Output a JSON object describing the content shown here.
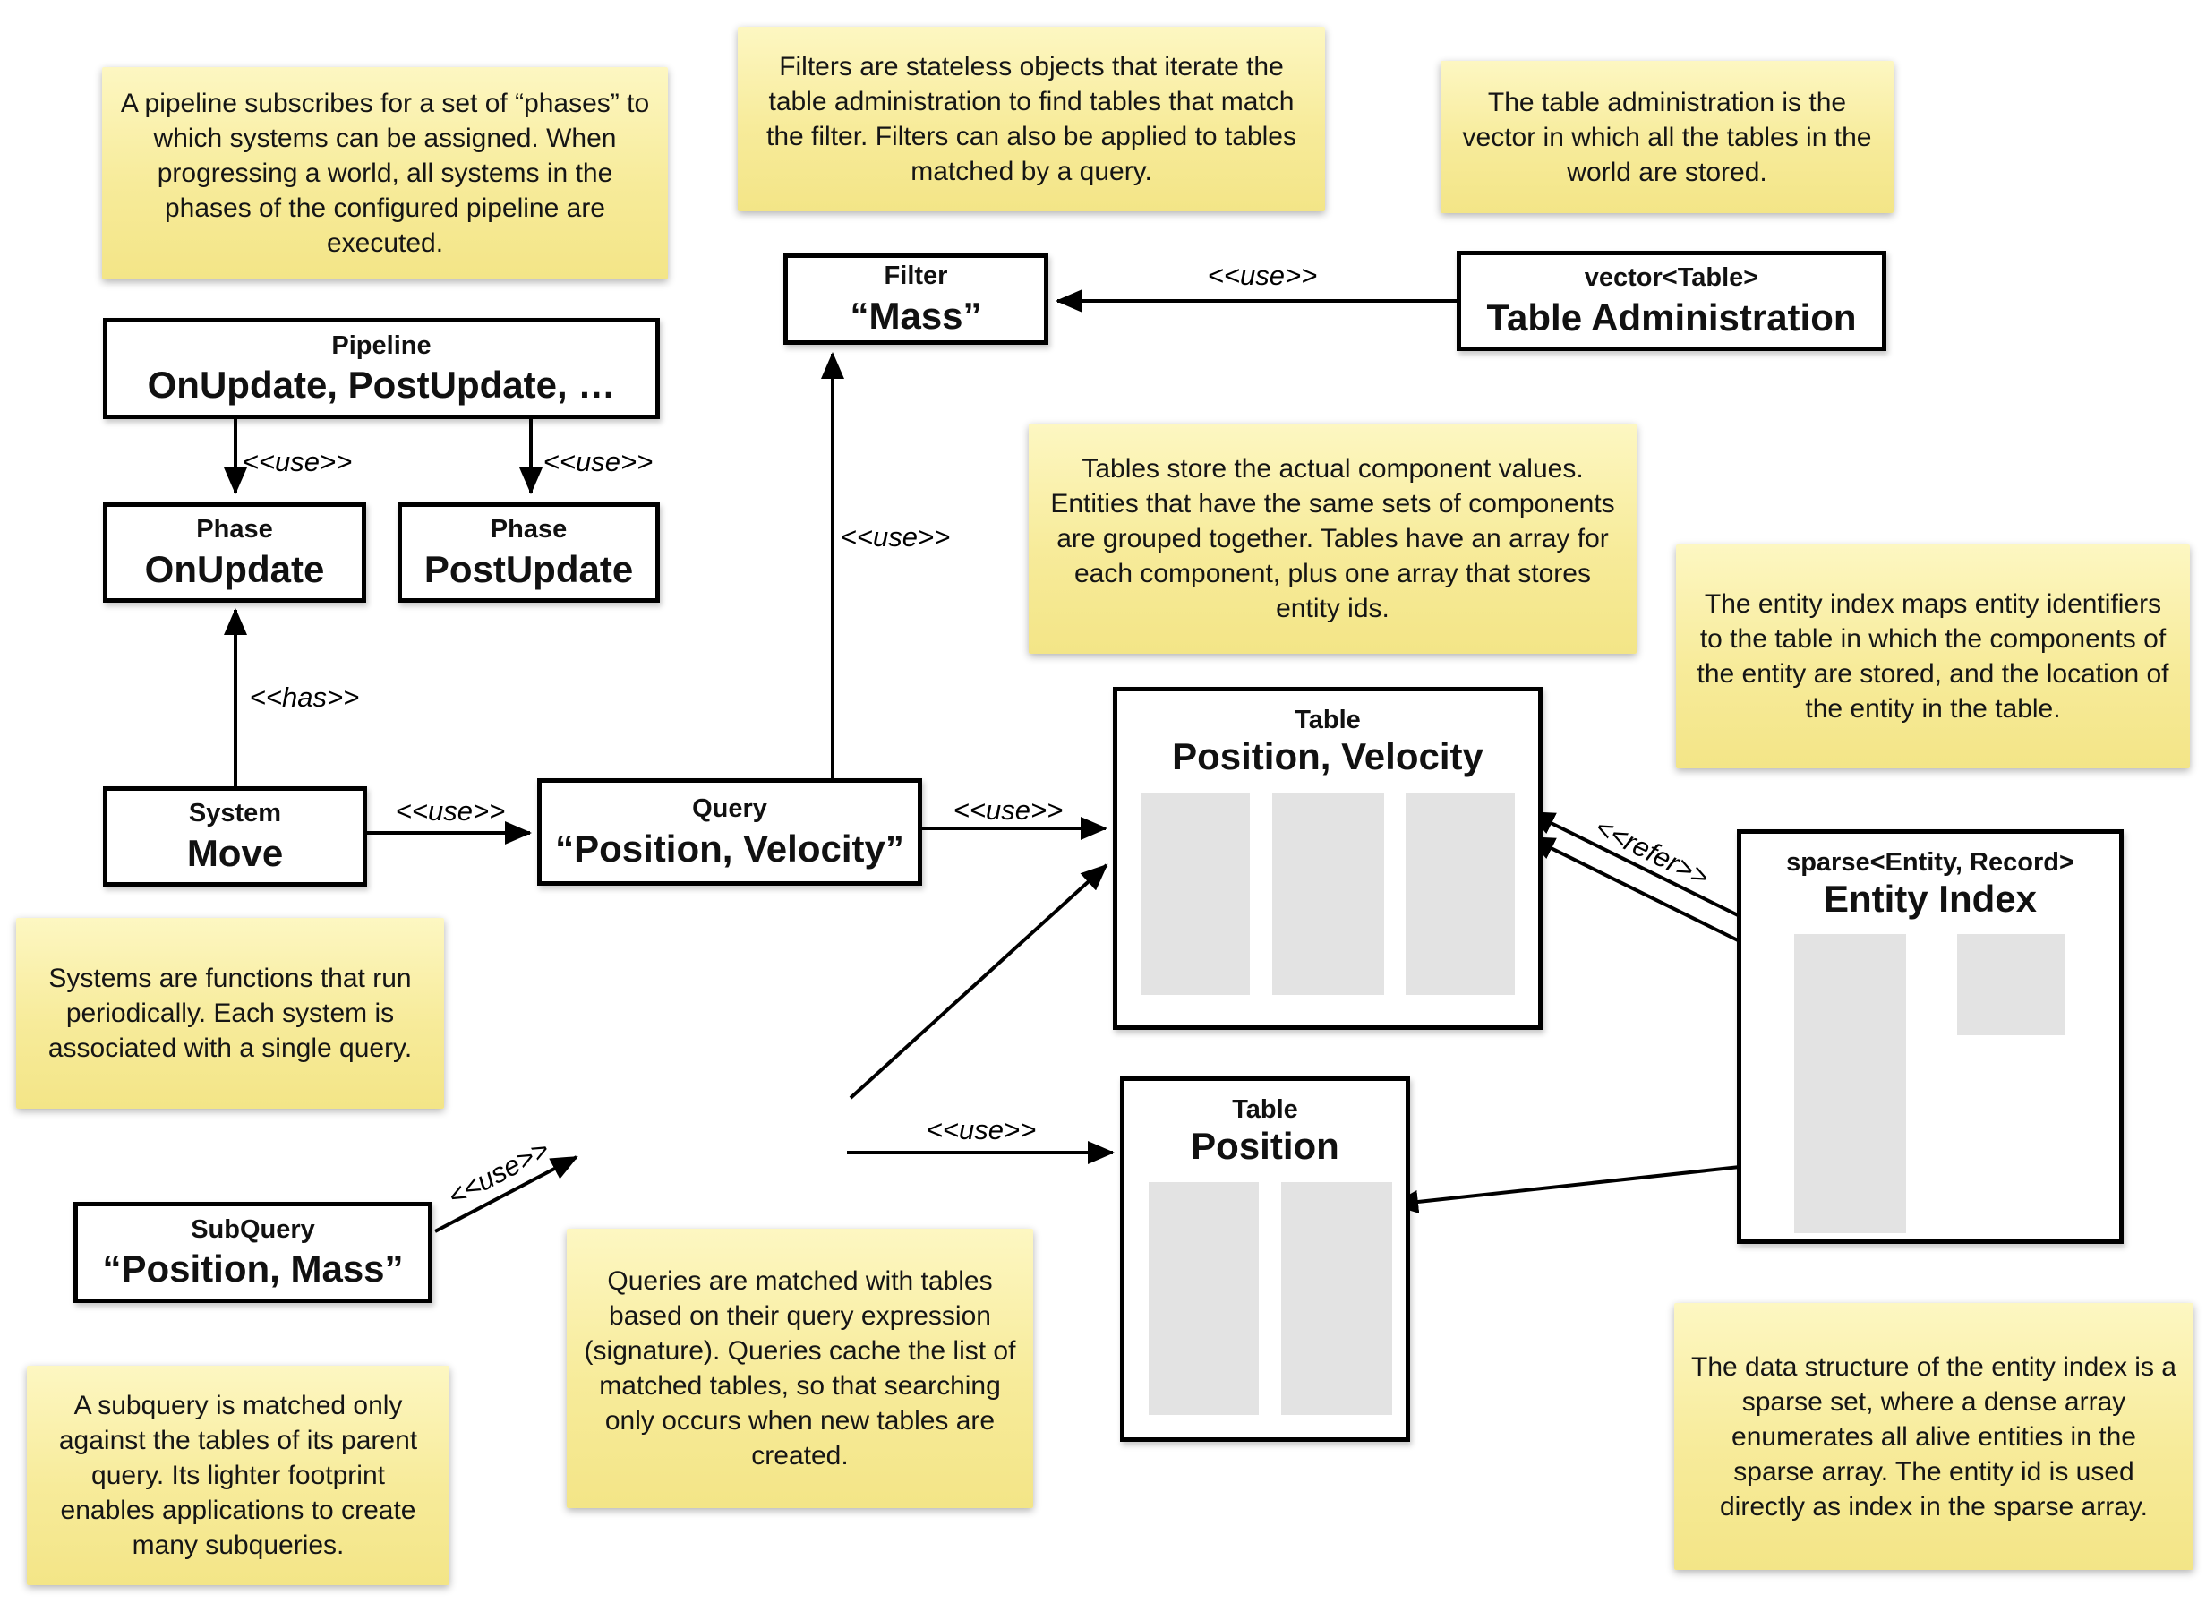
{
  "colors": {
    "note_top": "#fdf7c2",
    "note_bottom": "#f3e587",
    "box_border": "#000000",
    "array_gray": "#e3e3e3",
    "canvas": "#ffffff"
  },
  "notes": {
    "pipeline": {
      "text": "A pipeline subscribes for a set of “phases” to which systems can be assigned. When progressing a world, all systems in the phases of the configured pipeline are executed."
    },
    "filters": {
      "text": "Filters are stateless objects that iterate the table administration to find tables that match the filter. Filters can also be applied to tables matched by a query."
    },
    "table_admin": {
      "text": "The table administration is the vector in which all the tables in the world are stored."
    },
    "tables": {
      "text": "Tables store the actual component values. Entities that have the same sets of components are grouped together. Tables have an array for each component, plus one array that stores entity ids."
    },
    "entity_index": {
      "text": "The entity index maps entity identifiers to the table in which the components of the entity are stored, and the location of the entity in the table."
    },
    "systems": {
      "text": "Systems are functions that run periodically. Each system is associated with a single query."
    },
    "queries": {
      "text": "Queries are matched with tables based on their query expression (signature). Queries cache the list of matched tables, so that searching only occurs when new tables are created."
    },
    "subquery": {
      "text": "A subquery is matched only against the tables of its parent query. Its lighter footprint enables applications to create many subqueries."
    },
    "sparse_set": {
      "text": "The data structure of the entity index is a sparse set, where a dense array enumerates all alive entities in the sparse array. The entity id is used directly as index in the sparse array."
    }
  },
  "boxes": {
    "pipeline": {
      "stereotype": "Pipeline",
      "label": "OnUpdate, PostUpdate, …"
    },
    "phase_onupdate": {
      "stereotype": "Phase",
      "label": "OnUpdate"
    },
    "phase_postupdate": {
      "stereotype": "Phase",
      "label": "PostUpdate"
    },
    "system_move": {
      "stereotype": "System",
      "label": "Move"
    },
    "query_position_velocity": {
      "stereotype": "Query",
      "label": "“Position, Velocity”"
    },
    "filter_mass": {
      "stereotype": "Filter",
      "label": "“Mass”"
    },
    "table_administration": {
      "stereotype": "vector<Table>",
      "label": "Table Administration"
    },
    "table_position_velocity": {
      "stereotype": "Table",
      "label": "Position, Velocity"
    },
    "table_position": {
      "stereotype": "Table",
      "label": "Position"
    },
    "entity_index": {
      "stereotype": "sparse<Entity, Record>",
      "label": "Entity Index"
    },
    "subquery": {
      "stereotype": "SubQuery",
      "label": "“Position, Mass”"
    }
  },
  "edge_labels": {
    "use": "<<use>>",
    "has": "<<has>>",
    "refer": "<<refer>>"
  }
}
